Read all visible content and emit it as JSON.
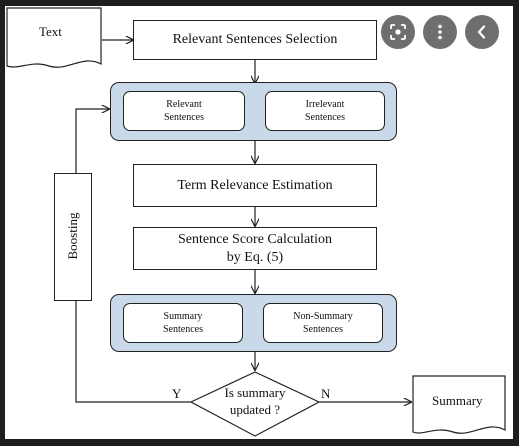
{
  "diagram": {
    "input": "Text",
    "step1": "Relevant Sentences Selection",
    "group1": {
      "left": "Relevant\nSentences",
      "right": "Irrelevant\nSentences"
    },
    "step2": "Term Relevance Estimation",
    "step3": {
      "line1": "Sentence Score Calculation",
      "line2": "by Eq. (5)"
    },
    "group2": {
      "left": "Summary\nSentences",
      "right": "Non-Summary\nSentences"
    },
    "decision": {
      "line1": "Is summary",
      "line2": "updated ?"
    },
    "yes": "Y",
    "no": "N",
    "loop": "Boosting",
    "output": "Summary"
  },
  "toolbar": {
    "icons": [
      "lens-icon",
      "more-vert-icon",
      "chevron-left-icon"
    ]
  }
}
